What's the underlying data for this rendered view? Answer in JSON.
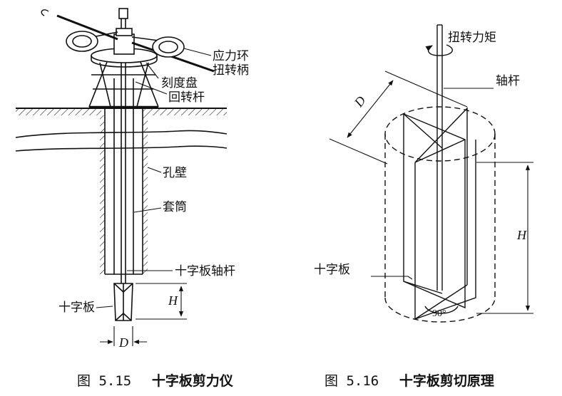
{
  "fig15": {
    "label_stress_ring": "应力环",
    "label_handle": "扭转柄",
    "label_dial": "刻度盘",
    "label_rotating_rod": "回转杆",
    "label_borehole_wall": "孔壁",
    "label_casing": "套筒",
    "label_vane_shaft": "十字板轴杆",
    "label_vane": "十字板",
    "dim_h": "H",
    "dim_d": "D",
    "caption_number": "图 5.15",
    "caption_title": "十字板剪力仪"
  },
  "fig16": {
    "label_torque": "扭转力矩",
    "label_shaft": "轴杆",
    "label_vane": "十字板",
    "dim_d": "D",
    "dim_h": "H",
    "angle": "90°",
    "caption_number": "图 5.16",
    "caption_title": "十字板剪切原理"
  }
}
